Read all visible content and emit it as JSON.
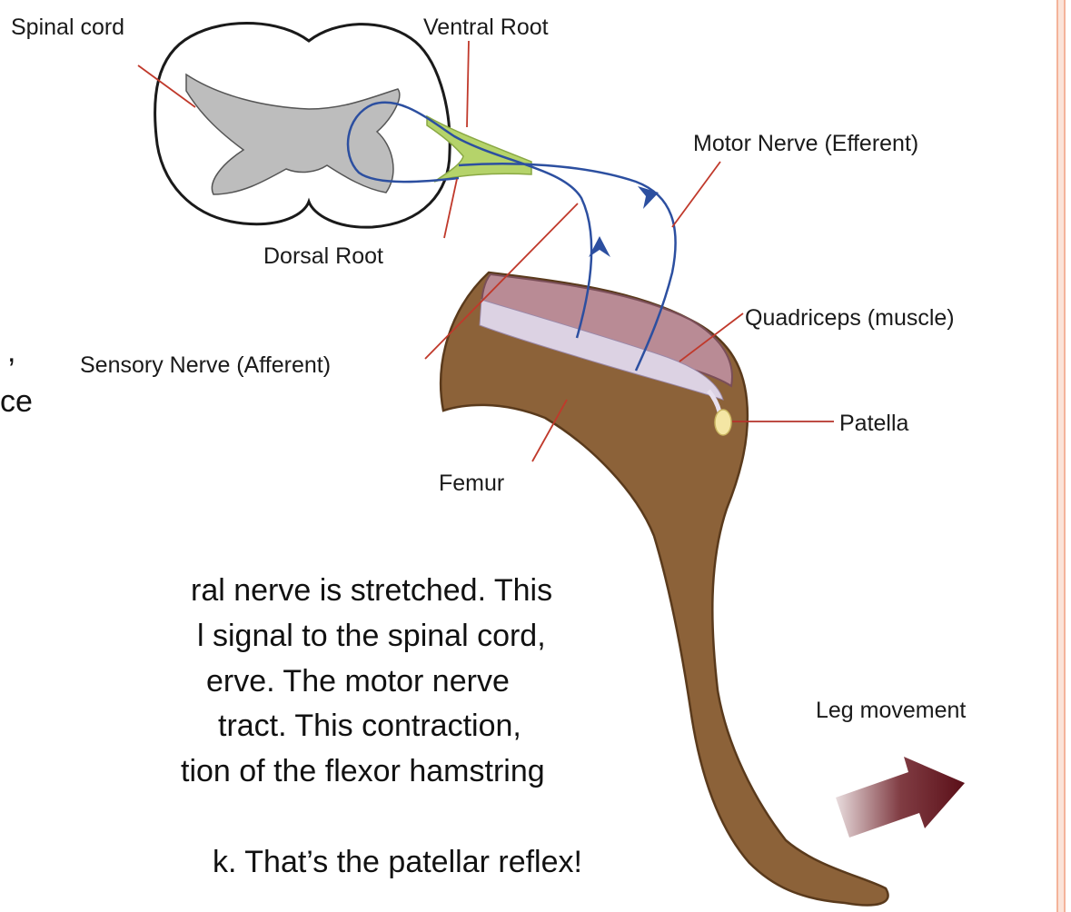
{
  "diagram": {
    "labels": {
      "spinal_cord": "Spinal cord",
      "ventral_root": "Ventral Root",
      "dorsal_root": "Dorsal Root",
      "motor_nerve": "Motor Nerve (Efferent)",
      "sensory_nerve": "Sensory Nerve (Afferent)",
      "quadriceps": "Quadriceps (muscle)",
      "patella": "Patella",
      "femur": "Femur",
      "leg_movement": "Leg movement"
    },
    "colors": {
      "leg": "#8c6239",
      "leg_outline": "#5a3a1c",
      "muscle": "#b98b95",
      "muscle_inner": "#dcd2e3",
      "nerve": "#2c4fa0",
      "roots": "#b5d36a",
      "grey_matter": "#bdbdbd",
      "leader": "#c0392b",
      "arrow": "#6a1a22",
      "patella": "#f4e6a4"
    }
  },
  "slide_text": {
    "fragments": [
      ",",
      "ce"
    ],
    "paragraph_lines": [
      "ral nerve is stretched. This",
      "l signal to the spinal cord,",
      "erve. The motor nerve",
      "tract. This contraction,",
      "tion of the flexor hamstring",
      "k.  That’s the patellar reflex!"
    ]
  }
}
